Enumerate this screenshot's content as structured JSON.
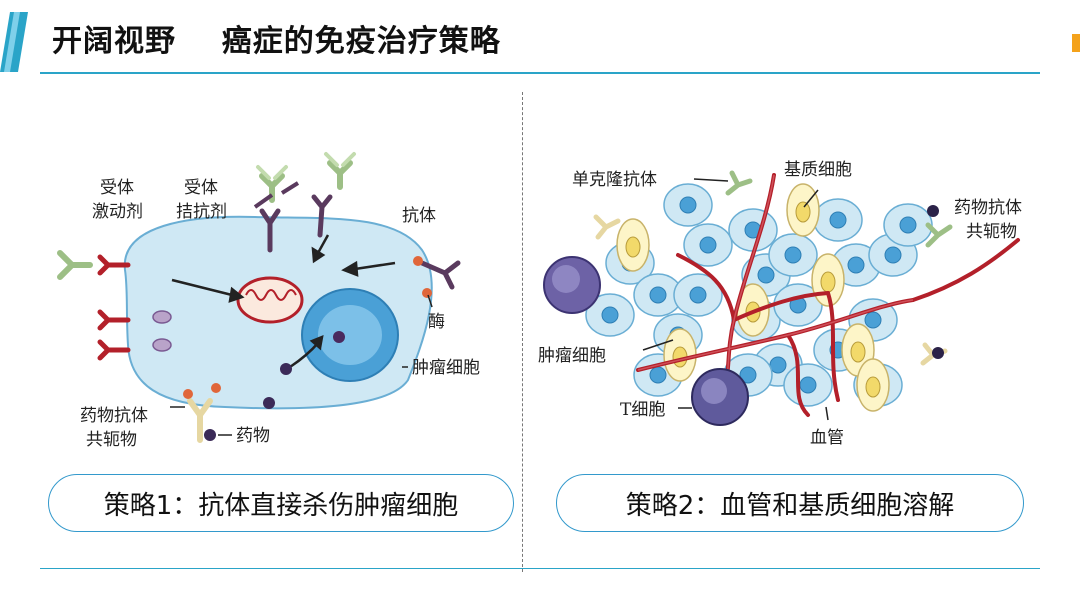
{
  "header": {
    "title": "开阔视野    癌症的免疫治疗策略",
    "accent_color": "#2aa4c8",
    "corner_mark_color": "#f4a21b"
  },
  "strategy1": {
    "labels": {
      "receptor_agonist_1": "受体",
      "receptor_agonist_2": "激动剂",
      "receptor_antagonist_1": "受体",
      "receptor_antagonist_2": "拮抗剂",
      "antibody": "抗体",
      "enzyme": "酶",
      "tumor_cell": "肿瘤细胞",
      "conjugate_1": "药物抗体",
      "conjugate_2": "共轭物",
      "drug": "药物"
    },
    "caption": "策略1：抗体直接杀伤肿瘤细胞"
  },
  "strategy2": {
    "labels": {
      "monoclonal_antibody": "单克隆抗体",
      "stromal_cell": "基质细胞",
      "conjugate_1": "药物抗体",
      "conjugate_2": "共轭物",
      "tumor_cell": "肿瘤细胞",
      "t_cell": "T细胞",
      "blood_vessel": "血管"
    },
    "caption": "策略2：血管和基质细胞溶解"
  },
  "colors": {
    "cell_fill": "#cfe8f4",
    "cell_stroke": "#6aaed4",
    "nucleus": "#4aa0d6",
    "vessel": "#b3202a",
    "antibody_green": "#9dbf86",
    "antibody_dark": "#5a3a5e",
    "stromal_fill": "#fdf5c8"
  }
}
